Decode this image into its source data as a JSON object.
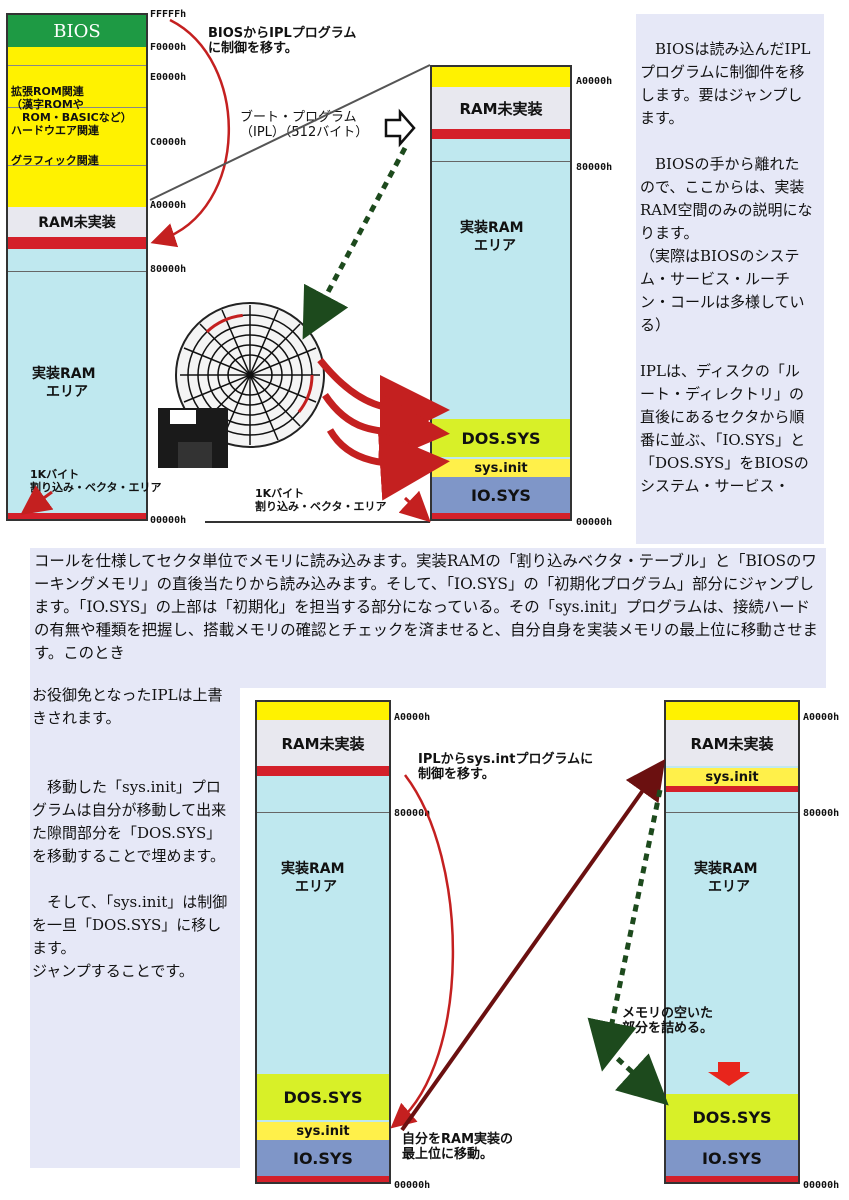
{
  "addresses": {
    "fffff": "FFFFFh",
    "f0000": "F0000h",
    "e0000": "E0000h",
    "c0000": "C0000h",
    "a0000": "A0000h",
    "a0000_h": "A0000h",
    "m80000": "80000h",
    "m80000_h": "80000h",
    "m00000": "00000h",
    "m00000_h": "00000h"
  },
  "labels": {
    "bios": "BIOS",
    "ext_rom": "拡張ROM関連\n（漢字ROMや\n　ROM・BASICなど）\nハードウエア関連",
    "graphic": "グラフィック関連",
    "ram_unimpl": "RAM未実装",
    "impl_ram": "実装RAM\n　エリア",
    "vector_area": "1Kバイト\n割り込み・ベクタ・エリア",
    "dos_sys": "DOS.SYS",
    "sys_init": "sys.init",
    "io_sys": "IO.SYS"
  },
  "notes": {
    "bios_to_ipl": "BIOSからIPLプログラム\nに制御を移す。",
    "boot_program": "ブート・プログラム\n（IPL）（512バイト）",
    "ipl_to_sysinit": "IPLからsys.intプログラムに\n制御を移す。",
    "move_to_top": "自分をRAM実装の\n最上位に移動。",
    "compact": "メモリの空いた\n部分を詰める。"
  },
  "text": {
    "right_panel": [
      "　BIOSは読み込んだIPLプログラムに制御件を移します。要はジャンプします。",
      "　BIOSの手から離れたので、ここからは、実装RAM空間のみの説明になります。",
      "（実際はBIOSのシステム・サービス・ルーチン・コールは多様している）",
      "IPLは、ディスクの「ルート・ディレクトリ」の直後にあるセクタから順番に並ぶ、「IO.SYS」と「DOS.SYS」をBIOSのシステム・サービス・"
    ],
    "wide_paragraph": "コールを仕様してセクタ単位でメモリに読み込みます。実装RAMの「割り込みベクタ・テーブル」と「BIOSのワーキングメモリ」の直後当たりから読み込みます。そして、「IO.SYS」の「初期化プログラム」部分にジャンプします。「IO.SYS」の上部は「初期化」を担当する部分になっている。その「sys.init」プログラムは、接続ハードの有無や種類を把握し、搭載メモリの確認とチェックを済ませると、自分自身を実装メモリの最上位に移動させます。このとき",
    "left_panel": [
      "お役御免となったIPLは上書きされます。",
      "　移動した「sys.init」プログラムは自分が移動して出来た隙間部分を「DOS.SYS」を移動することで埋めます。",
      "　そして、「sys.init」は制御を一旦「DOS.SYS」に移します。\nジャンプすることです。"
    ]
  },
  "colors": {
    "bios": "#1e9a44",
    "rom": "#fff200",
    "ram_unimpl": "#e8e8ef",
    "red_band": "#d4202a",
    "impl_ram": "#bfe8ef",
    "dos_sys": "#d8f028",
    "sys_init": "#fff04a",
    "io_sys": "#7f96c8",
    "panel": "#e6e8f7",
    "arrow": "#c42020"
  },
  "icons": {
    "disk": "floppy-disk-icon",
    "platter": "disk-platter-icon"
  }
}
